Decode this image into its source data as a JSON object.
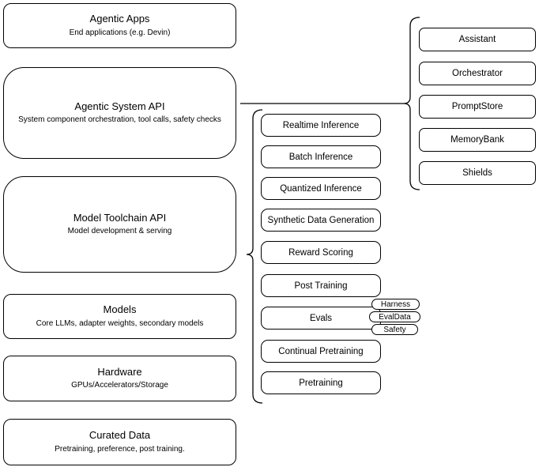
{
  "diagram": {
    "title": "Agentic system architecture diagram",
    "colors": {
      "stroke": "#000000",
      "background": "#ffffff",
      "text": "#000000"
    },
    "left_column": {
      "boxes": [
        {
          "title": "Agentic Apps",
          "subtitle": "End applications (e.g. Devin)"
        },
        {
          "title": "Agentic System API",
          "subtitle": "System component orchestration, tool calls, safety checks"
        },
        {
          "title": "Model Toolchain API",
          "subtitle": "Model development & serving"
        },
        {
          "title": "Models",
          "subtitle": "Core LLMs, adapter weights, secondary models"
        },
        {
          "title": "Hardware",
          "subtitle": "GPUs/Accelerators/Storage"
        },
        {
          "title": "Curated Data",
          "subtitle": "Pretraining, preference, post training."
        }
      ]
    },
    "middle_column": {
      "items": [
        "Realtime Inference",
        "Batch Inference",
        "Quantized Inference",
        "Synthetic Data Generation",
        "Reward Scoring",
        "Post Training",
        "Evals",
        "Continual Pretraining",
        "Pretraining"
      ]
    },
    "evals_tags": [
      "Harness",
      "EvalData",
      "Safety"
    ],
    "right_column": {
      "items": [
        "Assistant",
        "Orchestrator",
        "PromptStore",
        "MemoryBank",
        "Shields"
      ]
    }
  }
}
